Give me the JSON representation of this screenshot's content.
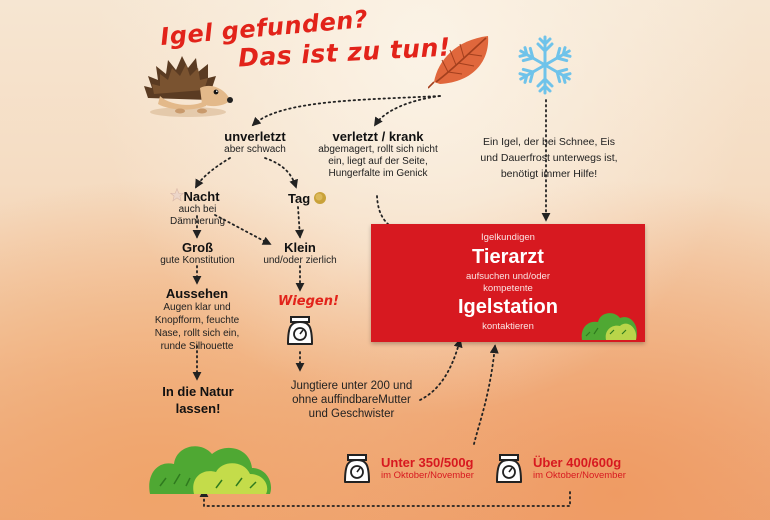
{
  "title": {
    "line1": "Igel gefunden?",
    "line2": "Das ist zu tun!"
  },
  "branches": {
    "unverletzt": {
      "label": "unverletzt",
      "sub": "aber schwach"
    },
    "verletzt": {
      "label": "verletzt / krank",
      "sub": "abgemagert, rollt sich nicht ein, liegt auf der Seite, Hungerfalte im Genick"
    },
    "winter": {
      "text": "Ein Igel, der bei Schnee, Eis und Dauerfrost unterwegs ist, benötigt immer Hilfe!"
    }
  },
  "nodes": {
    "nacht": {
      "label": "Nacht",
      "sub": "auch bei Dämmerung"
    },
    "tag": {
      "label": "Tag"
    },
    "gross": {
      "label": "Groß",
      "sub": "gute Konstitution"
    },
    "klein": {
      "label": "Klein",
      "sub": "und/oder zierlich"
    },
    "aussehen": {
      "label": "Aussehen",
      "sub": "Augen klar und Knopfform, feuchte Nase, rollt sich ein, runde Silhouette"
    },
    "natur": {
      "label": "In die Natur lassen!"
    },
    "wiegen": {
      "label": "Wiegen!"
    },
    "jungtiere": {
      "text": "Jungtiere unter 200 und ohne auffindbareMutter und Geschwister"
    }
  },
  "action_box": {
    "line1": "Igelkundigen",
    "line2": "Tierarzt",
    "line3": "aufsuchen und/oder",
    "line4": "kompetente",
    "line5": "Igelstation",
    "line6": "kontaktieren"
  },
  "weights": {
    "under": {
      "title": "Unter 350/500g",
      "sub": "im Oktober/November"
    },
    "over": {
      "title": "Über 400/600g",
      "sub": "im Oktober/November"
    }
  },
  "colors": {
    "accent_red": "#d71920",
    "title_red": "#e2231a",
    "bush_green": "#4fa833"
  },
  "icons": [
    "hedgehog-icon",
    "autumn-leaf-icon",
    "snowflake-icon",
    "star-icon",
    "sun-icon",
    "scale-icon",
    "bush-icon"
  ]
}
